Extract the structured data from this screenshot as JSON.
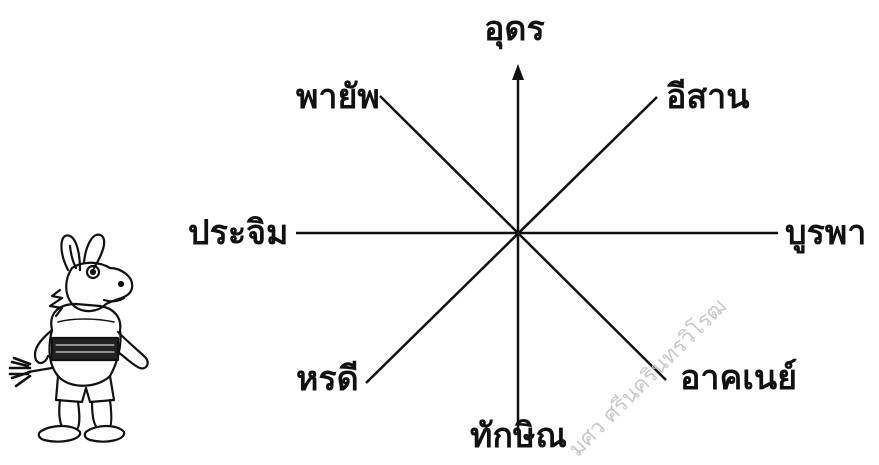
{
  "directions": {
    "north": "อุดร",
    "northeast": "อีสาน",
    "east": "บูรพา",
    "southeast": "อาคเนย์",
    "south": "ทักษิณ",
    "southwest": "หรดี",
    "west": "ประจิม",
    "northwest": "พายัพ"
  },
  "watermark": "มศว ศรีนครินทรวิโรฒ",
  "colors": {
    "line": "#111111",
    "text": "#111111",
    "watermark": "#c9c9c9"
  }
}
